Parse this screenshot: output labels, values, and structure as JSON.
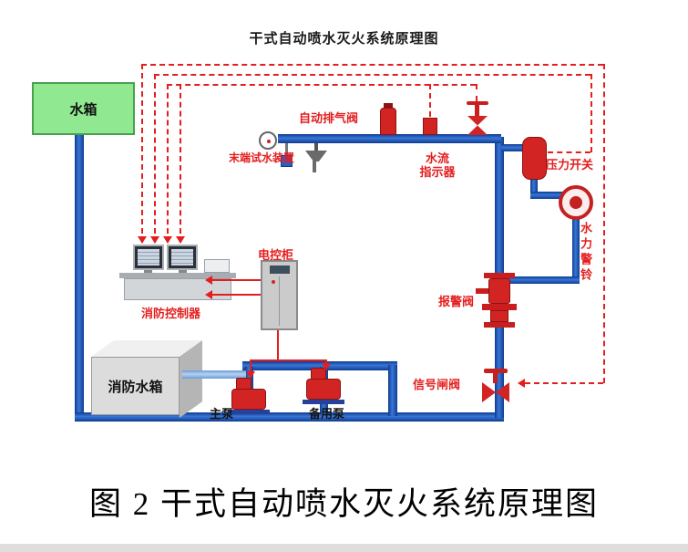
{
  "figure": {
    "title": "干式自动喷水灭火系统原理图",
    "caption": "图 2  干式自动喷水灭火系统原理图"
  },
  "components": {
    "water_tank": {
      "label": "水箱"
    },
    "fire_water_tank": {
      "label": "消防水箱"
    },
    "auto_exhaust_valve": {
      "label": "自动排气阀"
    },
    "end_test_device": {
      "label": "末端试水装置"
    },
    "flow_indicator": {
      "label_line1": "水流",
      "label_line2": "指示器"
    },
    "pressure_switch": {
      "label": "压力开关"
    },
    "hydraulic_alarm_bell": {
      "label": "水力警铃"
    },
    "control_cabinet": {
      "label": "电控柜"
    },
    "fire_controller": {
      "label": "消防控制器"
    },
    "alarm_valve": {
      "label": "报警阀"
    },
    "signal_gate_valve": {
      "label": "信号闸阀"
    },
    "main_pump": {
      "label": "主泵"
    },
    "backup_pump": {
      "label": "备用泵"
    }
  },
  "colors": {
    "pipe_blue": "#1a55c0",
    "pipe_light_blue": "#9cc2ec",
    "signal_red": "#e41e1e",
    "component_red": "#d32424",
    "water_tank_green": "#90e890",
    "cabinet_gray": "#cdcdcd"
  }
}
